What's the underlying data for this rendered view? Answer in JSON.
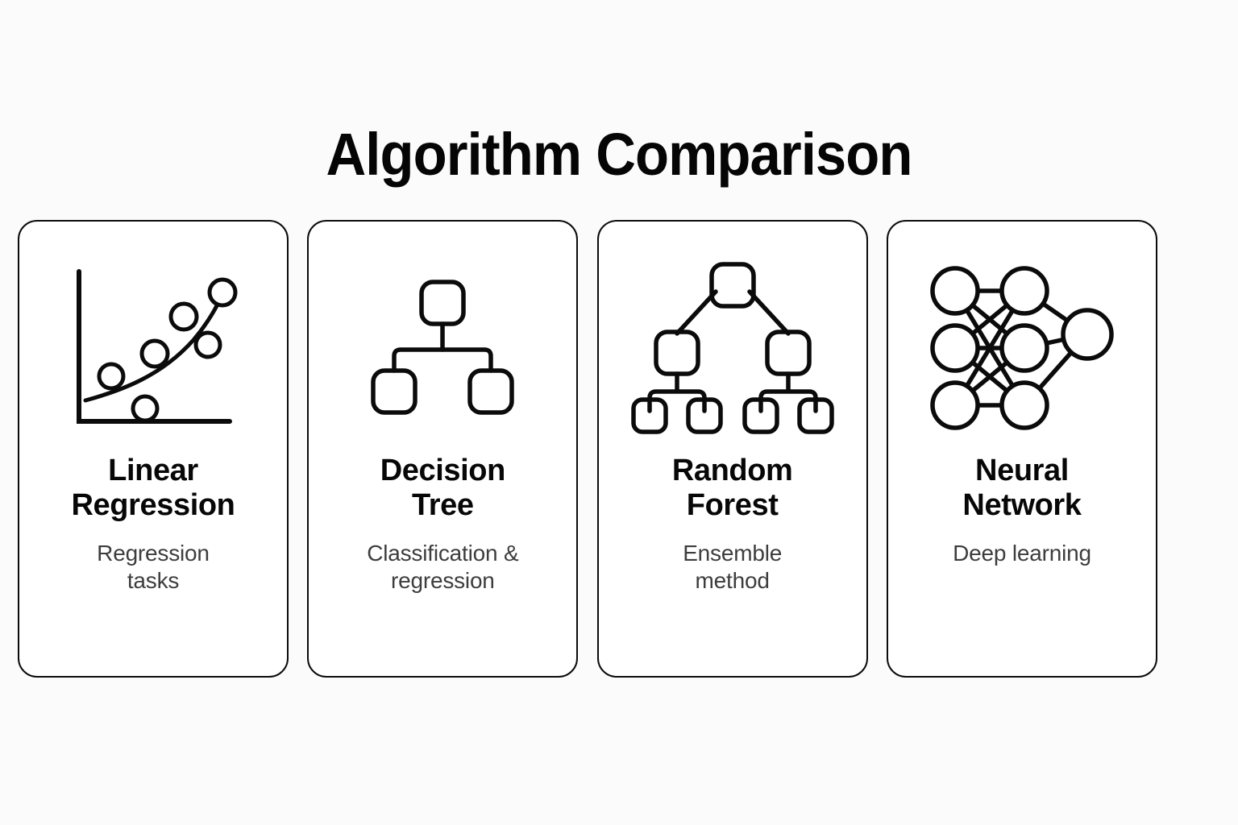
{
  "page": {
    "title": "Algorithm Comparison",
    "background_color": "#fbfbfb",
    "stroke_color": "#0b0b0b",
    "title_color": "#050505",
    "subtitle_color": "#3d3d3d",
    "card_background": "#ffffff"
  },
  "cards": [
    {
      "icon": "scatter-plot-regression-icon",
      "title": "Linear\nRegression",
      "title_line1": "Linear",
      "title_line2": "Regression",
      "subtitle": "Regression tasks",
      "subtitle_line1": "Regression",
      "subtitle_line2": "tasks"
    },
    {
      "icon": "decision-tree-icon",
      "title": "Decision\nTree",
      "title_line1": "Decision",
      "title_line2": "Tree",
      "subtitle": "Classification & regression",
      "subtitle_line1": "Classification &",
      "subtitle_line2": "regression"
    },
    {
      "icon": "random-forest-tree-icon",
      "title": "Random\nForest",
      "title_line1": "Random",
      "title_line2": "Forest",
      "subtitle": "Ensemble method",
      "subtitle_line1": "Ensemble",
      "subtitle_line2": "method"
    },
    {
      "icon": "neural-network-icon",
      "title": "Neural\nNetwork",
      "title_line1": "Neural",
      "title_line2": "Network",
      "subtitle": "Deep learning",
      "subtitle_line1": "Deep learning",
      "subtitle_line2": ""
    }
  ]
}
